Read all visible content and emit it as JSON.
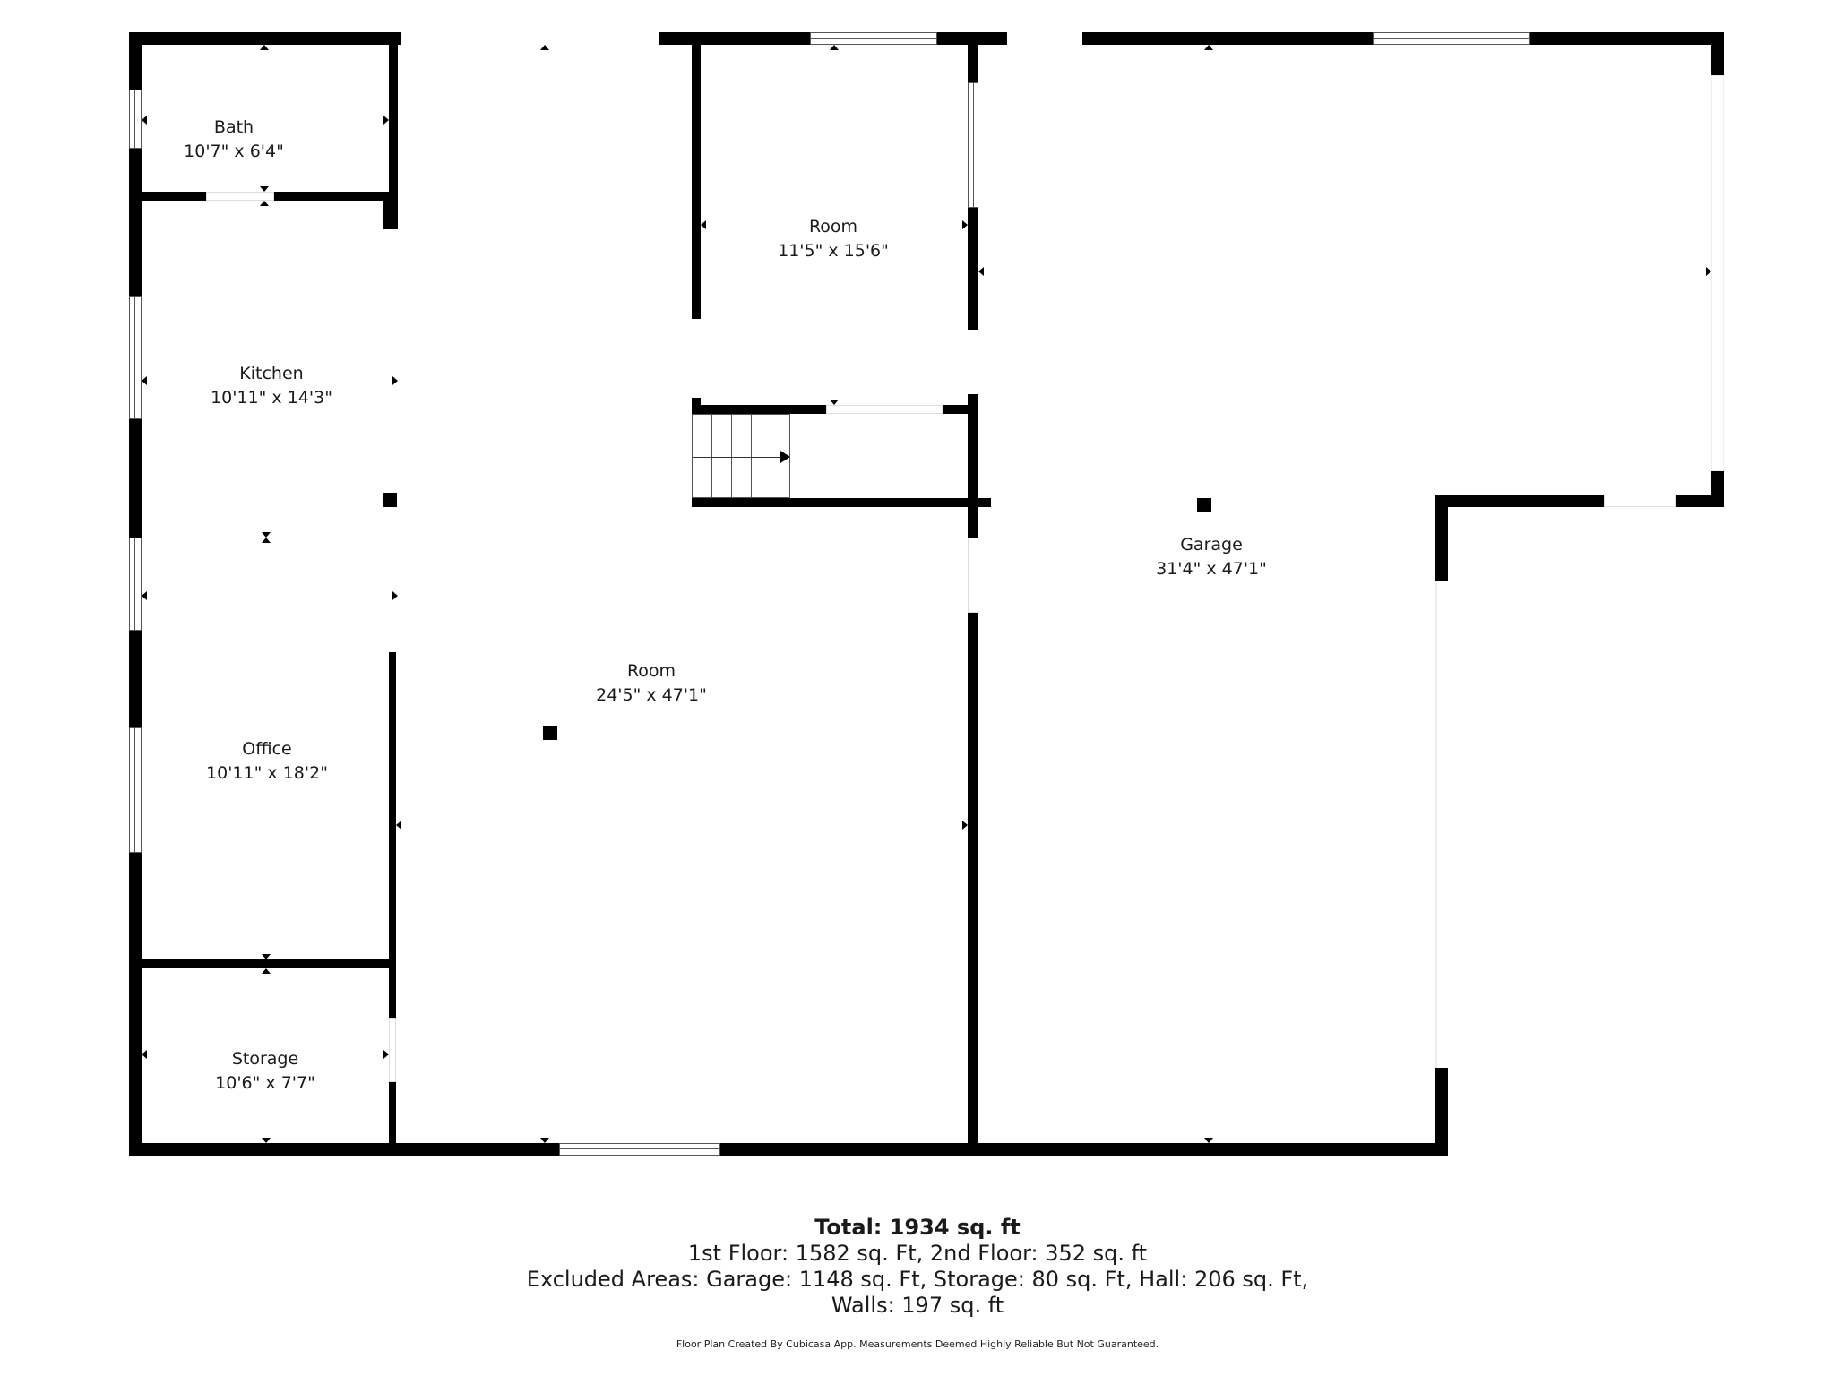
{
  "floor_plan": {
    "rooms": [
      {
        "name": "Bath",
        "dimensions": "10'7\" x 6'4\""
      },
      {
        "name": "Kitchen",
        "dimensions": "10'11\" x 14'3\""
      },
      {
        "name": "Office",
        "dimensions": "10'11\" x 18'2\""
      },
      {
        "name": "Storage",
        "dimensions": "10'6\" x 7'7\""
      },
      {
        "name": "Room",
        "dimensions": "11'5\" x 15'6\""
      },
      {
        "name": "Room",
        "dimensions": "24'5\" x 47'1\""
      },
      {
        "name": "Garage",
        "dimensions": "31'4\" x 47'1\""
      }
    ],
    "wall_color": "#000000",
    "background_color": "#ffffff"
  },
  "summary": {
    "total": "Total: 1934 sq. ft",
    "floors": "1st Floor: 1582 sq. Ft, 2nd Floor: 352 sq. ft",
    "excluded": "Excluded Areas: Garage: 1148 sq. Ft, Storage: 80 sq. Ft, Hall: 206 sq. Ft,",
    "walls": "Walls: 197 sq. ft",
    "credit": "Floor Plan Created By Cubicasa App. Measurements Deemed Highly Reliable But Not Guaranteed."
  }
}
